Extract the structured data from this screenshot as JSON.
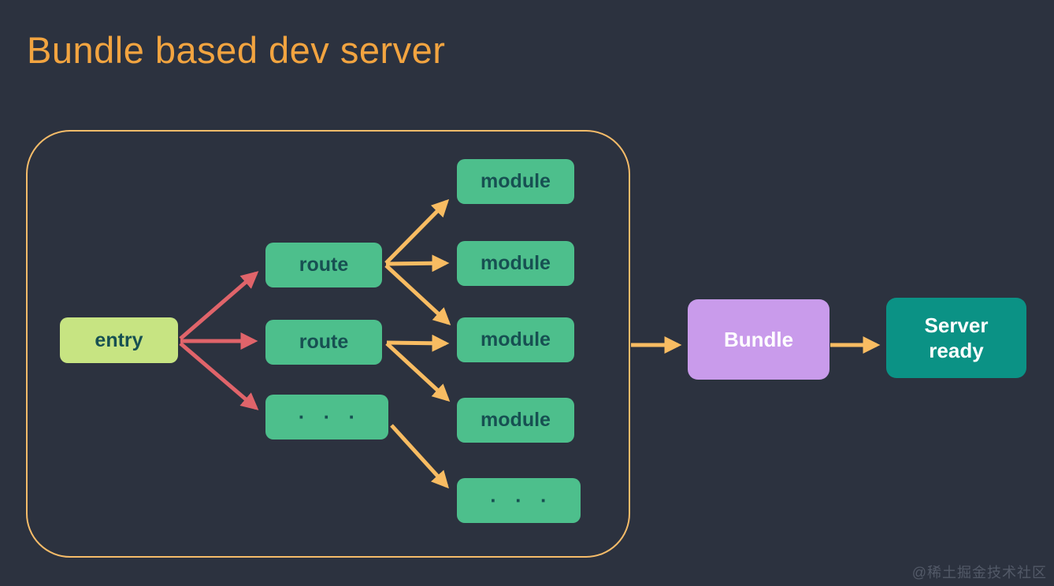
{
  "title": "Bundle based dev server",
  "diagram": {
    "entry": "entry",
    "routes": [
      "route",
      "route",
      "· · ·"
    ],
    "modules": [
      "module",
      "module",
      "module",
      "module",
      "· · ·"
    ],
    "bundle": "Bundle",
    "server_ready": "Server ready",
    "edges": [
      {
        "from": "entry",
        "to": "route-1",
        "color": "red"
      },
      {
        "from": "entry",
        "to": "route-2",
        "color": "red"
      },
      {
        "from": "entry",
        "to": "route-ellipsis",
        "color": "red"
      },
      {
        "from": "route-1",
        "to": "module-1",
        "color": "orange"
      },
      {
        "from": "route-1",
        "to": "module-2",
        "color": "orange"
      },
      {
        "from": "route-1",
        "to": "module-3",
        "color": "orange"
      },
      {
        "from": "route-2",
        "to": "module-3",
        "color": "orange"
      },
      {
        "from": "route-2",
        "to": "module-4",
        "color": "orange"
      },
      {
        "from": "route-ellipsis",
        "to": "module-ellipsis",
        "color": "orange"
      },
      {
        "from": "dev-server-container",
        "to": "bundle",
        "color": "orange"
      },
      {
        "from": "bundle",
        "to": "server-ready",
        "color": "orange"
      }
    ]
  },
  "colors": {
    "background": "#2C323F",
    "title": "#F2A440",
    "container_border": "#F6BC69",
    "arrow_orange": "#F8BC62",
    "arrow_red": "#E0646A",
    "node_green": "#4DBF8C",
    "node_entry_green": "#C7E482",
    "node_text": "#175052",
    "bundle_purple": "#C99BEB",
    "server_teal": "#0B9285",
    "light_text": "#FFFFFF"
  },
  "watermark": "@稀土掘金技术社区"
}
